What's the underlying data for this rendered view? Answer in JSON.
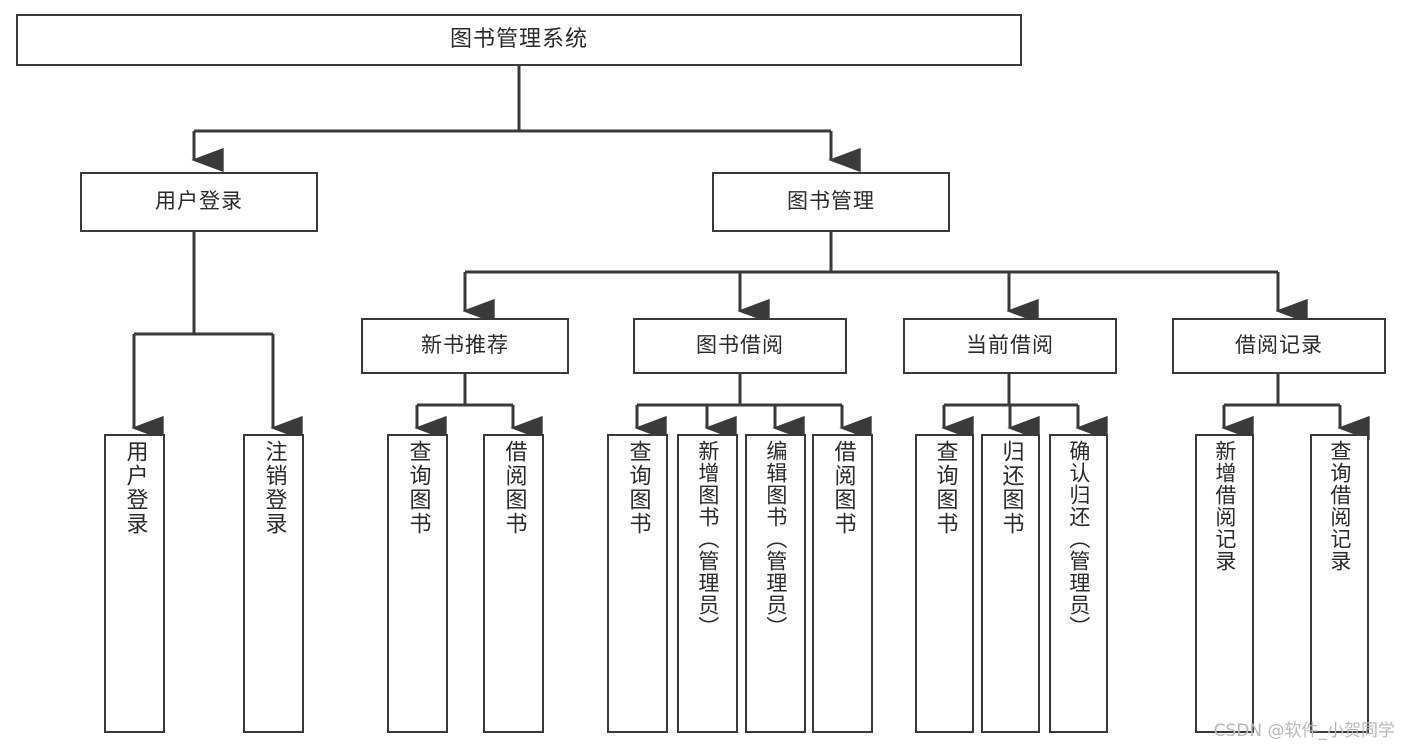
{
  "diagram": {
    "title": "图书管理系统",
    "watermark": "CSDN @软件_小贺同学",
    "line_color": "#3a3a3a",
    "box_fill": "#ffffff",
    "text_color": "#2b2b2b",
    "watermark_color": "#b9b9b9"
  },
  "root": {
    "label": "图书管理系统"
  },
  "level2": {
    "user_login": "用户登录",
    "book_manage": "图书管理"
  },
  "level3": {
    "new_book_recommend": "新书推荐",
    "book_borrow": "图书借阅",
    "current_borrow": "当前借阅",
    "borrow_record": "借阅记录"
  },
  "leaves": {
    "user_login": [
      {
        "label": "用户登录"
      },
      {
        "label": "注销登录"
      }
    ],
    "new_book_recommend": [
      {
        "label": "查询图书"
      },
      {
        "label": "借阅图书"
      }
    ],
    "book_borrow": [
      {
        "label": "查询图书"
      },
      {
        "label": "新增图书（管理员）"
      },
      {
        "label": "编辑图书（管理员）"
      },
      {
        "label": "借阅图书"
      }
    ],
    "current_borrow": [
      {
        "label": "查询图书"
      },
      {
        "label": "归还图书"
      },
      {
        "label": "确认归还（管理员）"
      }
    ],
    "borrow_record": [
      {
        "label": "新增借阅记录"
      },
      {
        "label": "查询借阅记录"
      }
    ]
  }
}
